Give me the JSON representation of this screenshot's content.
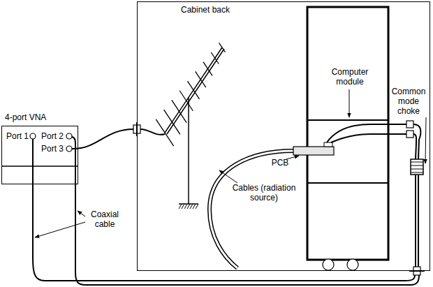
{
  "diagram": {
    "nodes": [
      {
        "text": [
          "4-port VNA",
          "Port 1",
          "Port 2",
          "Port 3"
        ]
      },
      {
        "text": [
          "Cabinet back"
        ]
      }
    ],
    "labels": [
      "Computer module",
      "PCB",
      "Common mode choke",
      "Cables (radiation source)",
      "Coaxial cable"
    ]
  }
}
